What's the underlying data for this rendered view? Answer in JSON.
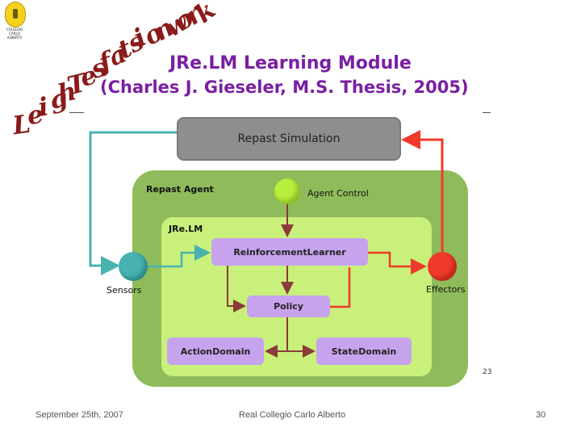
{
  "slide": {
    "logo_caption": "COLLEGIO CARLO ALBERTO",
    "arc_title": "Leigh Tesfatsion work",
    "title_line1": "JRe.LM Learning Module",
    "title_line2": "(Charles J. Gieseler, M.S. Thesis, 2005)"
  },
  "diagram": {
    "repast_simulation": "Repast Simulation",
    "repast_agent": "Repast Agent",
    "agent_control": "Agent Control",
    "jrelm": "JRe.LM",
    "sensors": "Sensors",
    "effectors": "Effectors",
    "reinforcement_learner": "ReinforcementLearner",
    "policy": "Policy",
    "action_domain": "ActionDomain",
    "state_domain": "StateDomain",
    "figure_number": "23"
  },
  "colors": {
    "title": "#7a1fa2",
    "arc_text": "#8b1a1a",
    "sensor_teal": "#47b3b0",
    "effector_red": "#f03a2a",
    "outer_green": "#90bb5a",
    "inner_green": "#c8f07a",
    "module_violet": "#c7a3ee"
  },
  "footer": {
    "date": "September 25th, 2007",
    "venue": "Real Collegio Carlo Alberto",
    "page": "30"
  }
}
